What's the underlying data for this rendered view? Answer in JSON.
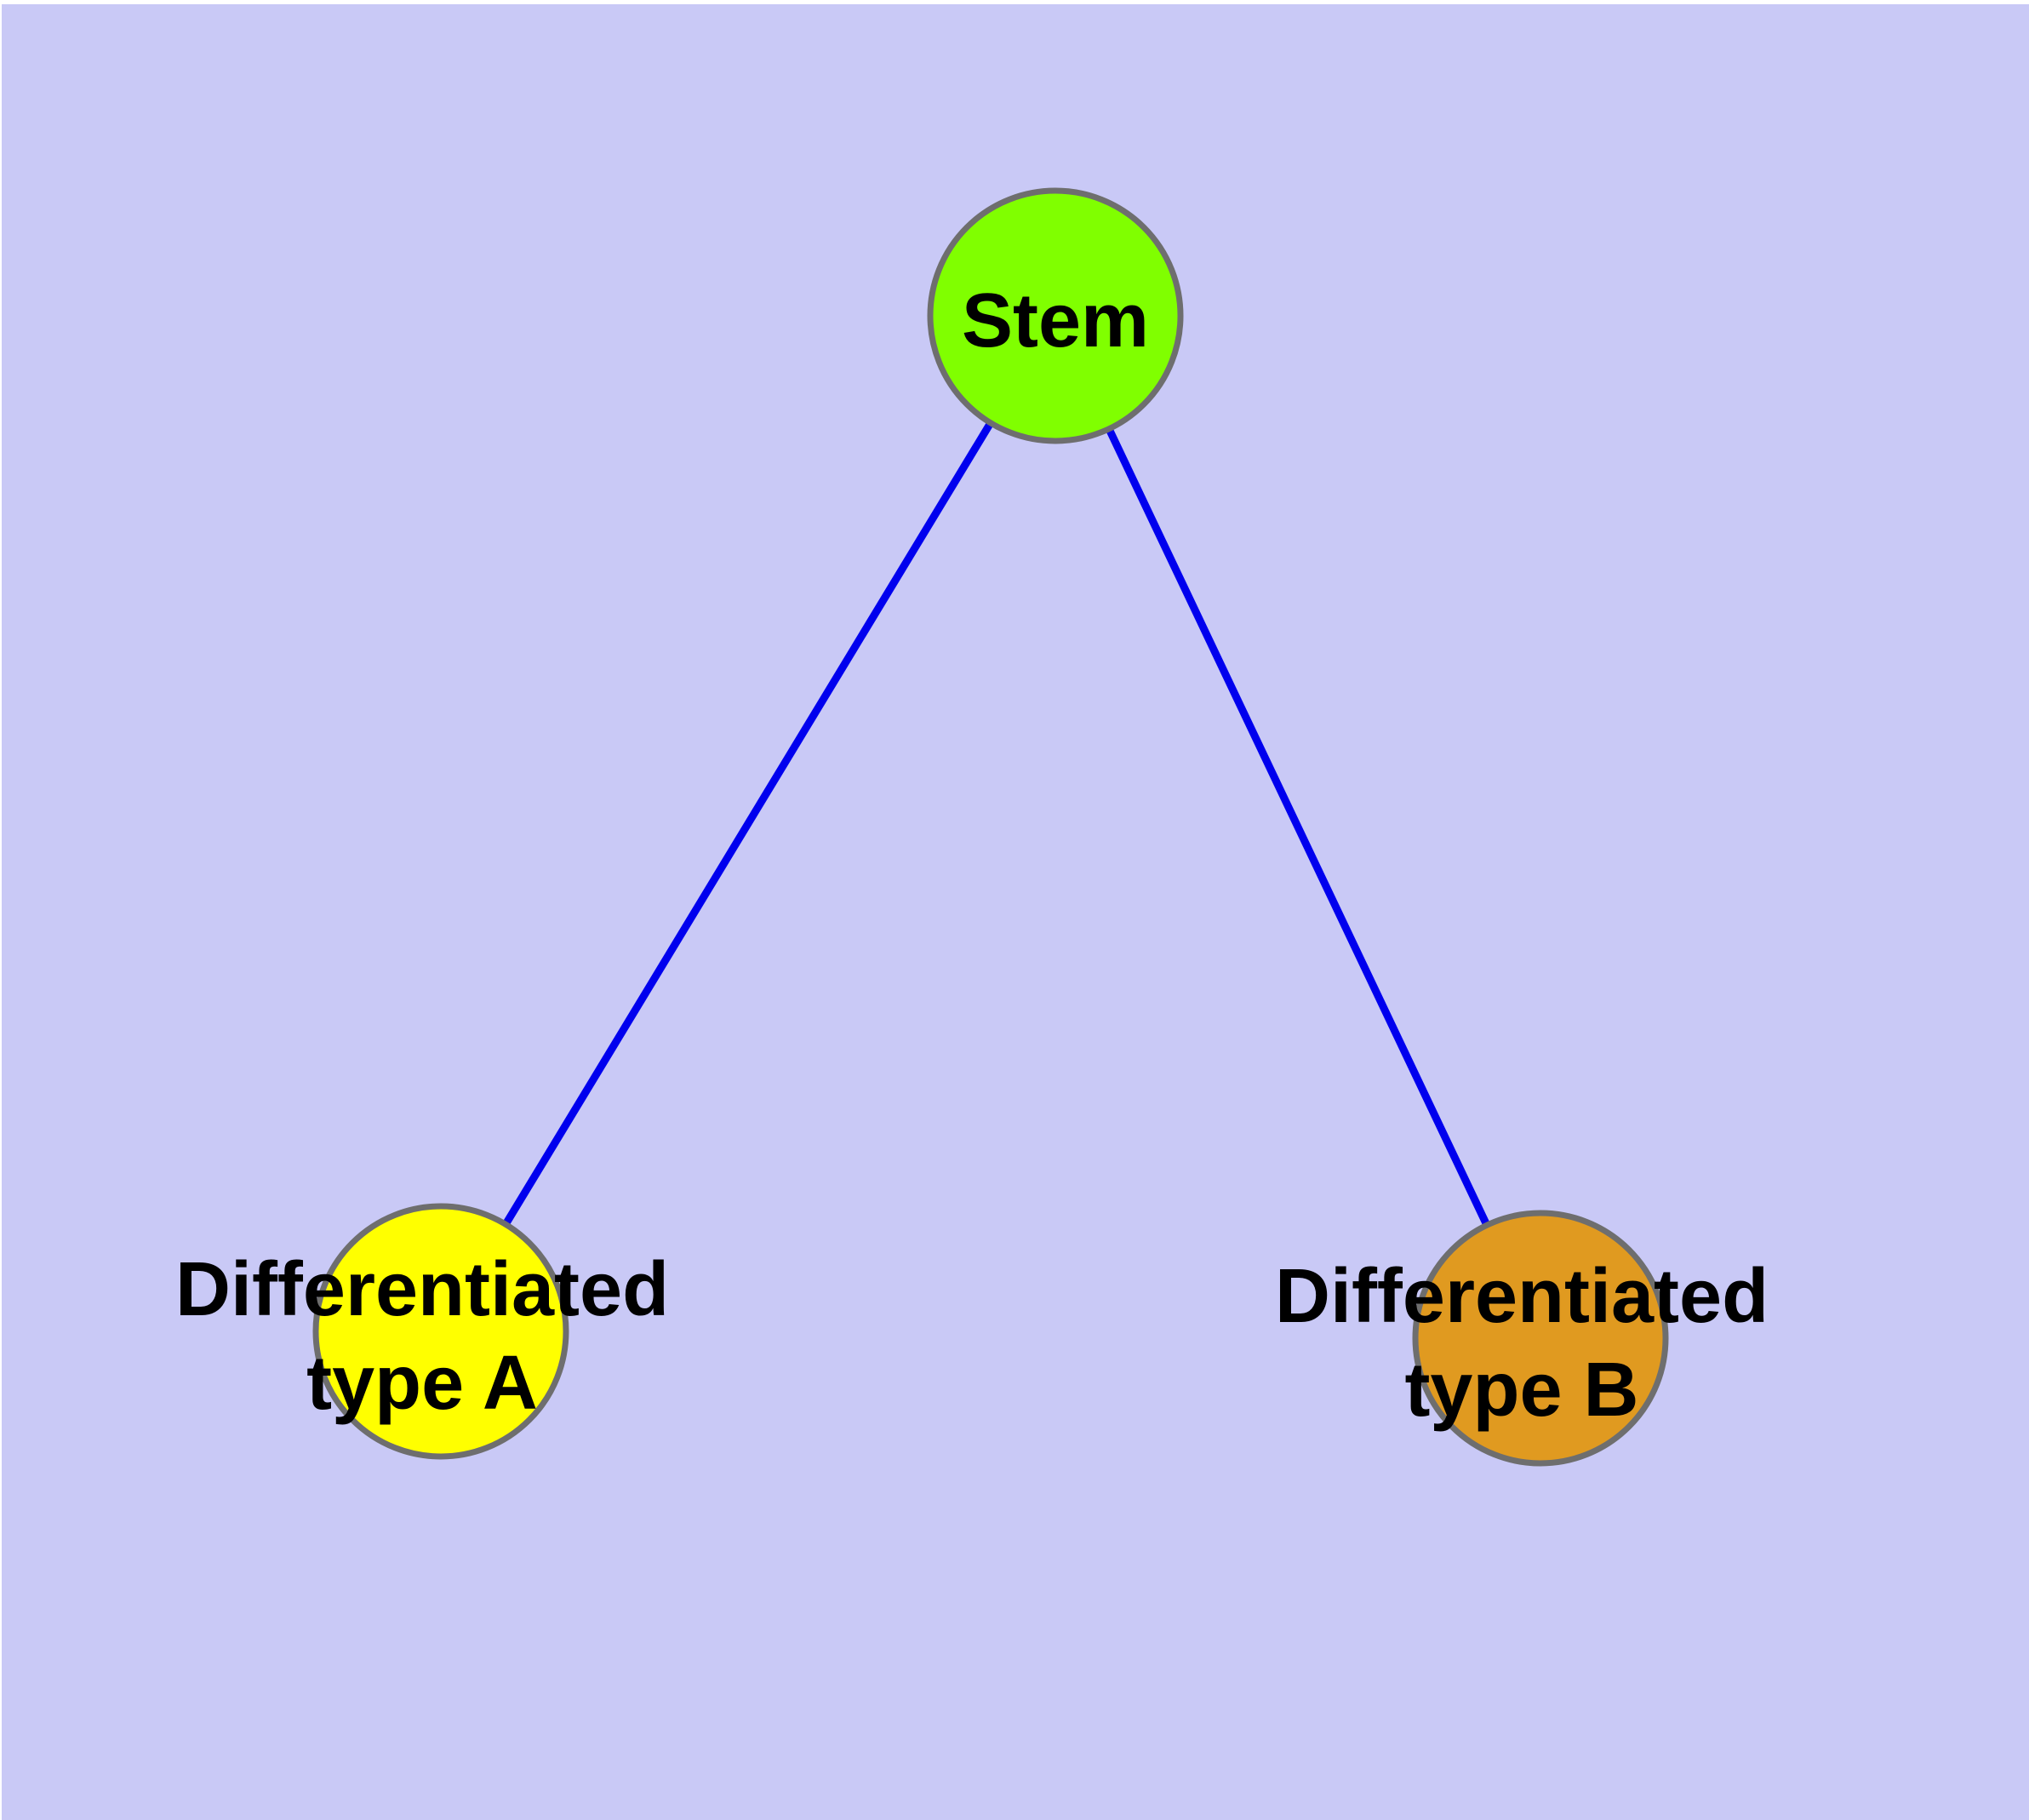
{
  "diagram": {
    "type": "graph",
    "background_color": "#c9c9f6",
    "edge_color": "#0000ee",
    "node_border_color": "#6e6e6e",
    "text_color": "#000000",
    "nodes": [
      {
        "id": "stem",
        "fill": "#80ff00",
        "label_lines": [
          "Stem"
        ]
      },
      {
        "id": "differentiated-type-a",
        "fill": "#ffff00",
        "label_lines": [
          "Differentiated",
          "type A"
        ]
      },
      {
        "id": "differentiated-type-b",
        "fill": "#e09a20",
        "label_lines": [
          "Differentiated",
          "type B"
        ]
      }
    ],
    "edges": [
      {
        "from": "Stem",
        "to": "Differentiated type A"
      },
      {
        "from": "Stem",
        "to": "Differentiated type B"
      }
    ]
  }
}
